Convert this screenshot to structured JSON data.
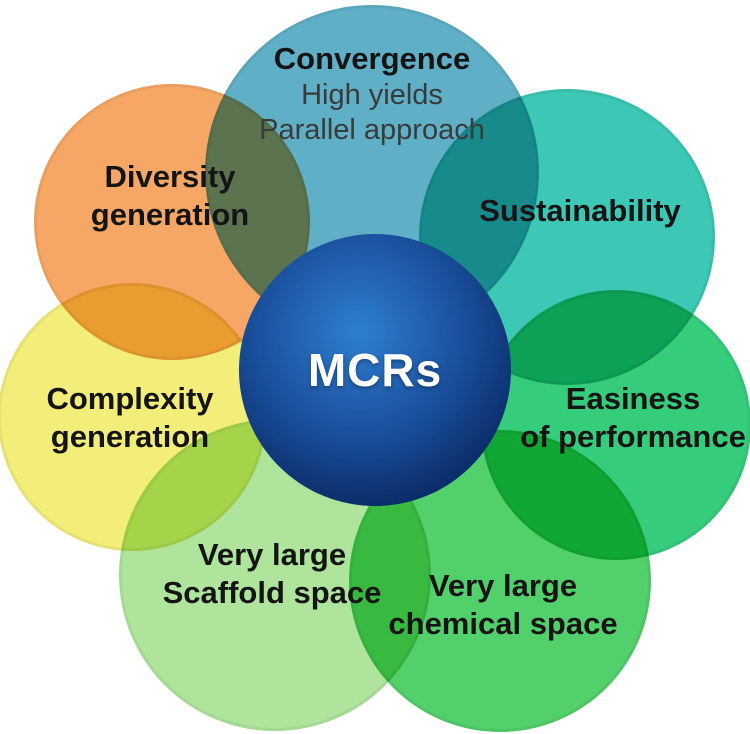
{
  "figure": {
    "background_color": "#ffffff",
    "type": "venn-flower-diagram"
  },
  "center": {
    "label": "MCRs",
    "text_color": "#ffffff",
    "gradient_highlight": "#2e7fd1",
    "gradient_mid": "#1a4f9c",
    "gradient_outer": "#0a2a66"
  },
  "petals": {
    "convergence": {
      "title": "Convergence",
      "sub1": "High yields",
      "sub2": "Parallel approach",
      "color": "#5fb0c7"
    },
    "diversity": {
      "line1": "Diversity",
      "line2": "generation",
      "color": "#f6a765"
    },
    "sustainability": {
      "line1": "Sustainability",
      "color": "#3cc8b4"
    },
    "complexity": {
      "line1": "Complexity",
      "line2": "generation",
      "color": "#f2ee79"
    },
    "easiness": {
      "line1": "Easiness",
      "line2": "of performance",
      "color": "#35cd7c"
    },
    "scaffold": {
      "line1": "Very large",
      "line2": "Scaffold space",
      "color": "#aee49b"
    },
    "chemical": {
      "line1": "Very large",
      "line2": "chemical space",
      "color": "#52d06b"
    }
  }
}
